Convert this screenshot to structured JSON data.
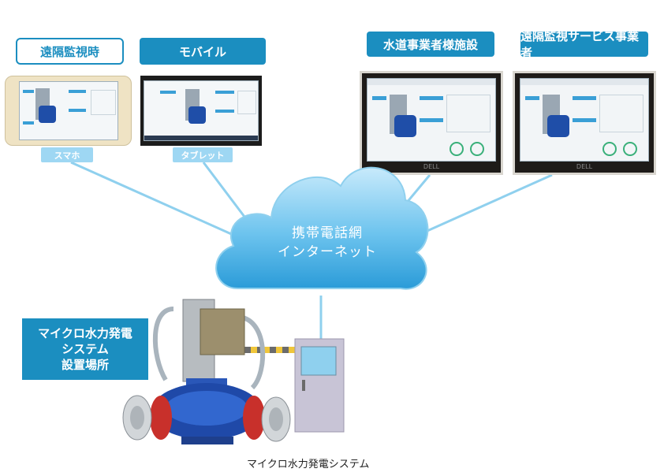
{
  "labels": {
    "remote_monitoring": "遠隔監視時",
    "mobile": "モバイル",
    "water_operator": "水道事業者様施設",
    "remote_service": "遠隔監視サービス事業者"
  },
  "device_tags": {
    "smartphone": "スマホ",
    "tablet": "タブレット"
  },
  "cloud": {
    "line1": "携帯電話網",
    "line2": "インターネット"
  },
  "site": {
    "line1": "マイクロ水力発電",
    "line2": "システム",
    "line3": "設置場所"
  },
  "equipment_caption": "マイクロ水力発電システム",
  "monitor_brand": "DELL",
  "colors": {
    "accent": "#1b8ec0",
    "tag": "#9ed7f3",
    "connector": "#8fd0ee"
  }
}
